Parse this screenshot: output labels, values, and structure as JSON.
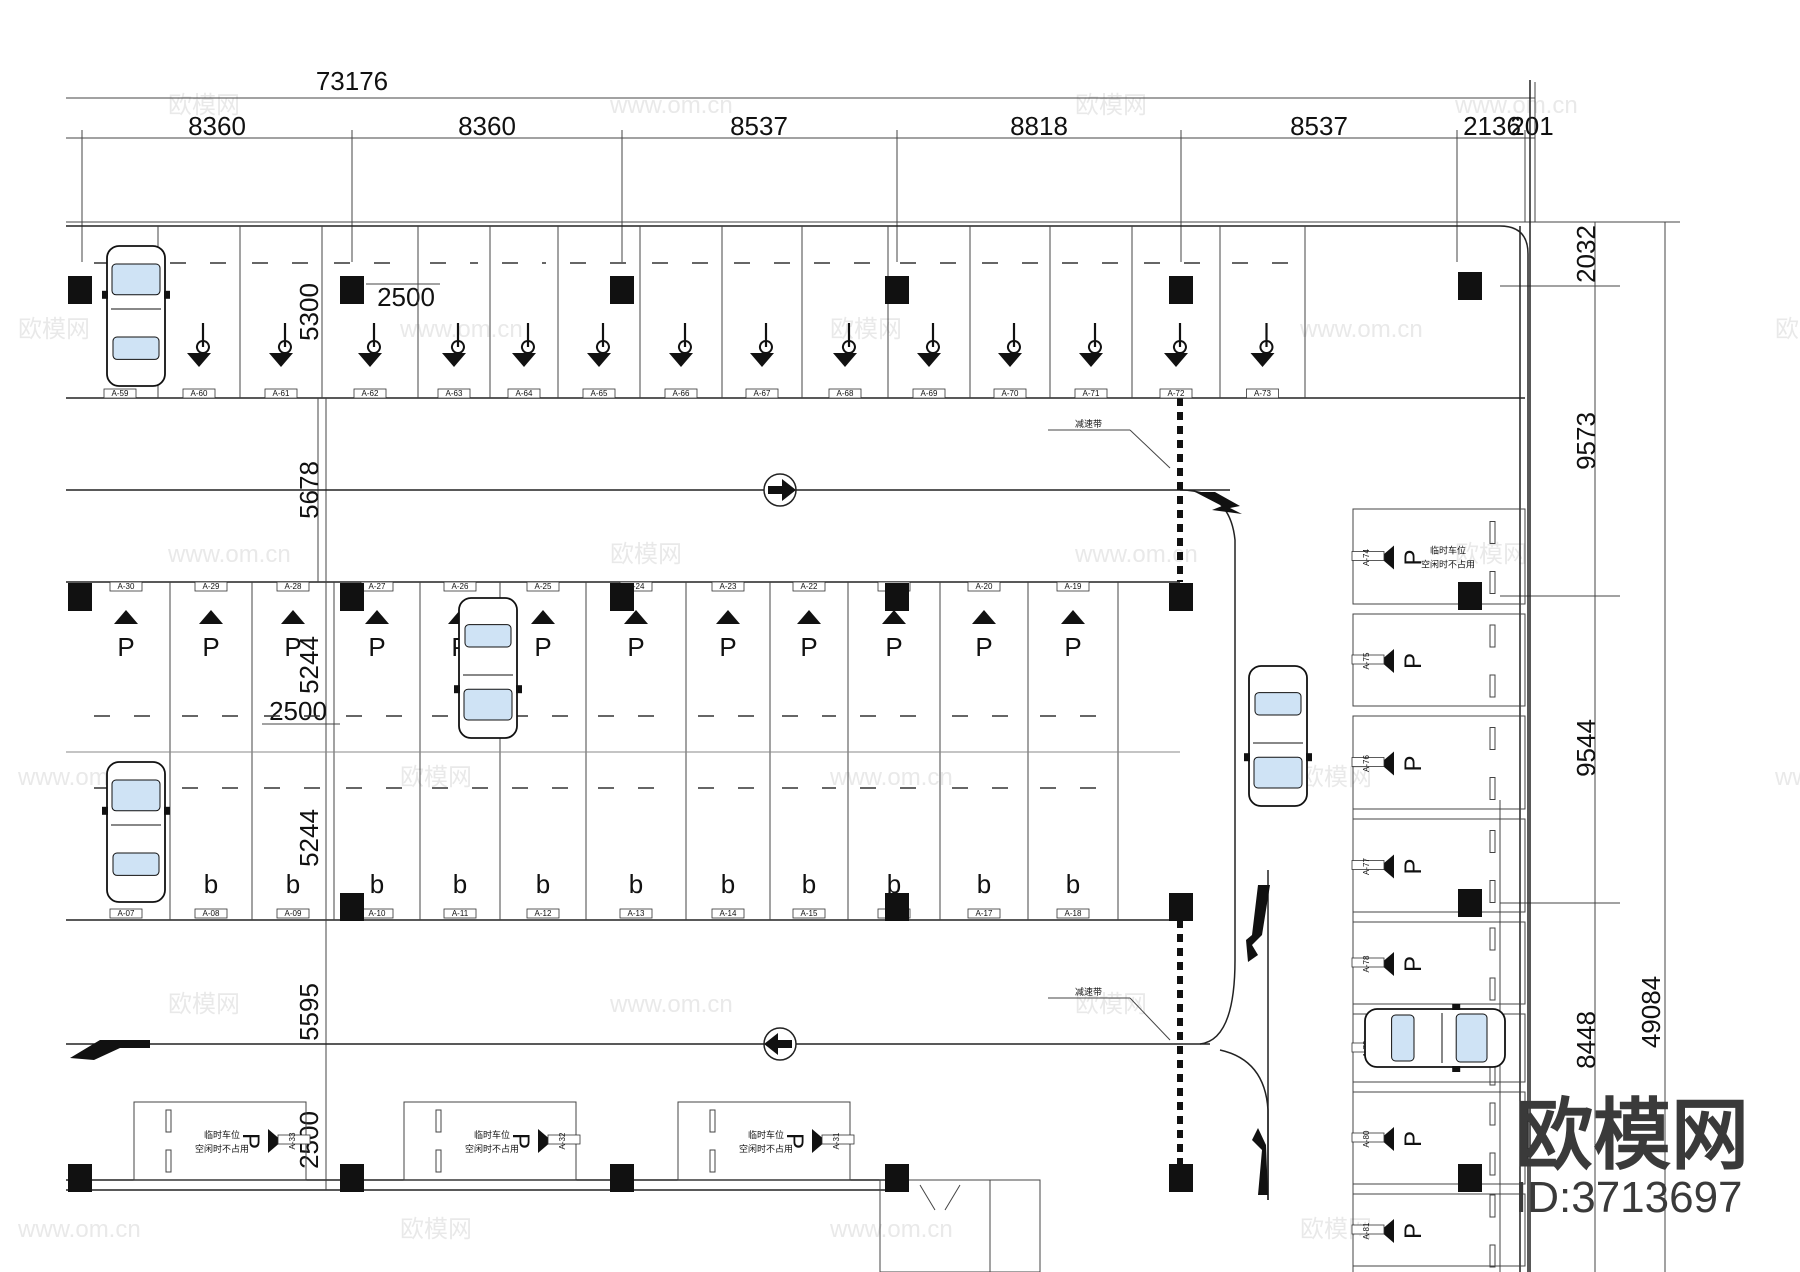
{
  "dimensions": {
    "overall_width": "73176",
    "bay_widths": [
      "8360",
      "8360",
      "8537",
      "8818",
      "8537",
      "2136",
      "201"
    ],
    "stall_width_top": "2500",
    "stall_width_mid": "2500",
    "top_row_depth": "5300",
    "upper_aisle_width": "5678",
    "mid_row_upper_depth": "5244",
    "mid_row_lower_depth": "5244",
    "lower_aisle_width": "5595",
    "bottom_row_depth": "2500",
    "right_top_offset": "2032",
    "right_span_1": "9573",
    "right_span_2": "9544",
    "right_span_3": "8448",
    "right_overall": "49084"
  },
  "stall_labels": {
    "top_row": [
      "A-59",
      "A-60",
      "A-61",
      "A-62",
      "A-63",
      "A-64",
      "A-65",
      "A-66",
      "A-67",
      "A-68",
      "A-69",
      "A-70",
      "A-71",
      "A-72",
      "A-73"
    ],
    "mid_upper_row": [
      "A-30",
      "A-29",
      "A-28",
      "A-27",
      "A-26",
      "A-25",
      "A-24",
      "A-23",
      "A-22",
      "A-21",
      "A-20",
      "A-19"
    ],
    "mid_lower_row": [
      "A-07",
      "A-08",
      "A-09",
      "A-10",
      "A-11",
      "A-12",
      "A-13",
      "A-14",
      "A-15",
      "A-16",
      "A-17",
      "A-18"
    ],
    "right_column": [
      "A-74",
      "A-75",
      "A-76",
      "A-77",
      "A-78",
      "A-79",
      "A-80",
      "A-81"
    ],
    "bottom_row": [
      "A-33",
      "A-32",
      "A-31"
    ]
  },
  "parking_glyph": "P",
  "temp_parking": {
    "line1": "临时车位",
    "line2": "空闲时不占用"
  },
  "speed_bump_label": "减速带",
  "watermark": {
    "brand": "欧模网",
    "url": "www.om.cn",
    "id": "ID:3713697"
  },
  "colors": {
    "line": "#222222",
    "column": "#111111",
    "car_glass": "#cfe3f5",
    "brand": "#3a3a3a"
  }
}
